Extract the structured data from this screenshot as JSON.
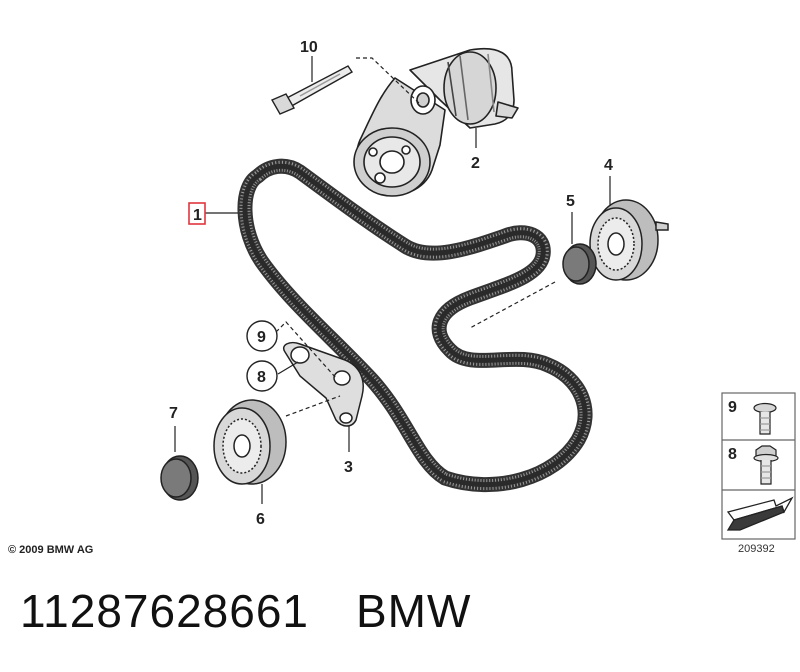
{
  "callouts": {
    "c1": "1",
    "c2": "2",
    "c3": "3",
    "c4": "4",
    "c5": "5",
    "c6": "6",
    "c7": "7",
    "c8": "8",
    "c9": "9",
    "c10": "10"
  },
  "legend": {
    "item_top": "9",
    "item_bottom": "8"
  },
  "copyright": "© 2009 BMW AG",
  "image_number": "209392",
  "footer": {
    "part_number": "11287628661",
    "brand": "BMW"
  },
  "colors": {
    "highlight_box": "#e0363d",
    "belt": "#3a3a3a",
    "line_art": "#222222"
  }
}
